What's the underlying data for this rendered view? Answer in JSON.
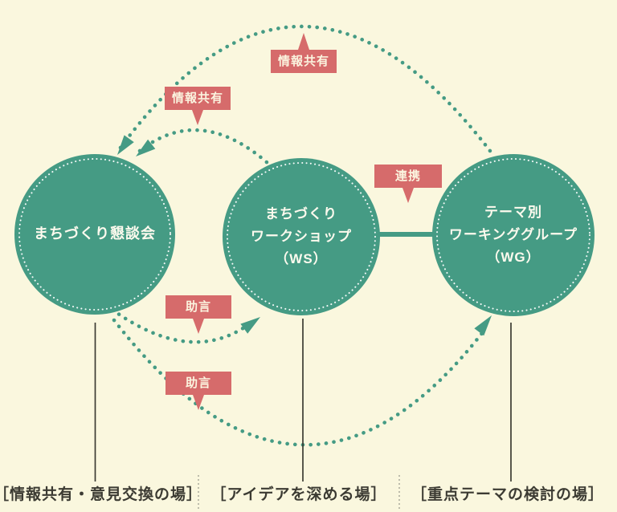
{
  "diagram": {
    "title": "machizukuri-organization-relationship-diagram",
    "colors": {
      "background": "#FAF7DE",
      "circle_fill": "#459B84",
      "circle_ring": "#FFFFFF",
      "circle_text": "#FDFAEE",
      "tag_background": "#D66B6B",
      "tag_text": "#FBF4DF",
      "arc_dots": "#459B84",
      "stem_line": "#3C3B33",
      "caption_text": "#3C3B33",
      "separator": "#BDBCAB"
    },
    "circles": [
      {
        "id": "kondankai",
        "lines": [
          "まちづくり懇談会"
        ],
        "caption": "［情報共有・意見交換の場］"
      },
      {
        "id": "workshop",
        "lines": [
          "まちづくり",
          "ワークショップ",
          "（WS）"
        ],
        "caption": "［アイデアを深める場］"
      },
      {
        "id": "working-group",
        "lines": [
          "テーマ別",
          "ワーキンググループ",
          "（WG）"
        ],
        "caption": "［重点テーマの検討の場］"
      }
    ],
    "arrow_labels": [
      {
        "id": "info-share-top",
        "text": "情報共有",
        "from": "working-group",
        "to": "kondankai"
      },
      {
        "id": "info-share-mid",
        "text": "情報共有",
        "from": "workshop",
        "to": "kondankai"
      },
      {
        "id": "renkei",
        "text": "連携",
        "between": "workshop-working-group"
      },
      {
        "id": "jogen-upper",
        "text": "助言",
        "from": "kondankai",
        "to": "workshop"
      },
      {
        "id": "jogen-lower",
        "text": "助言",
        "from": "kondankai",
        "to": "working-group"
      }
    ]
  }
}
